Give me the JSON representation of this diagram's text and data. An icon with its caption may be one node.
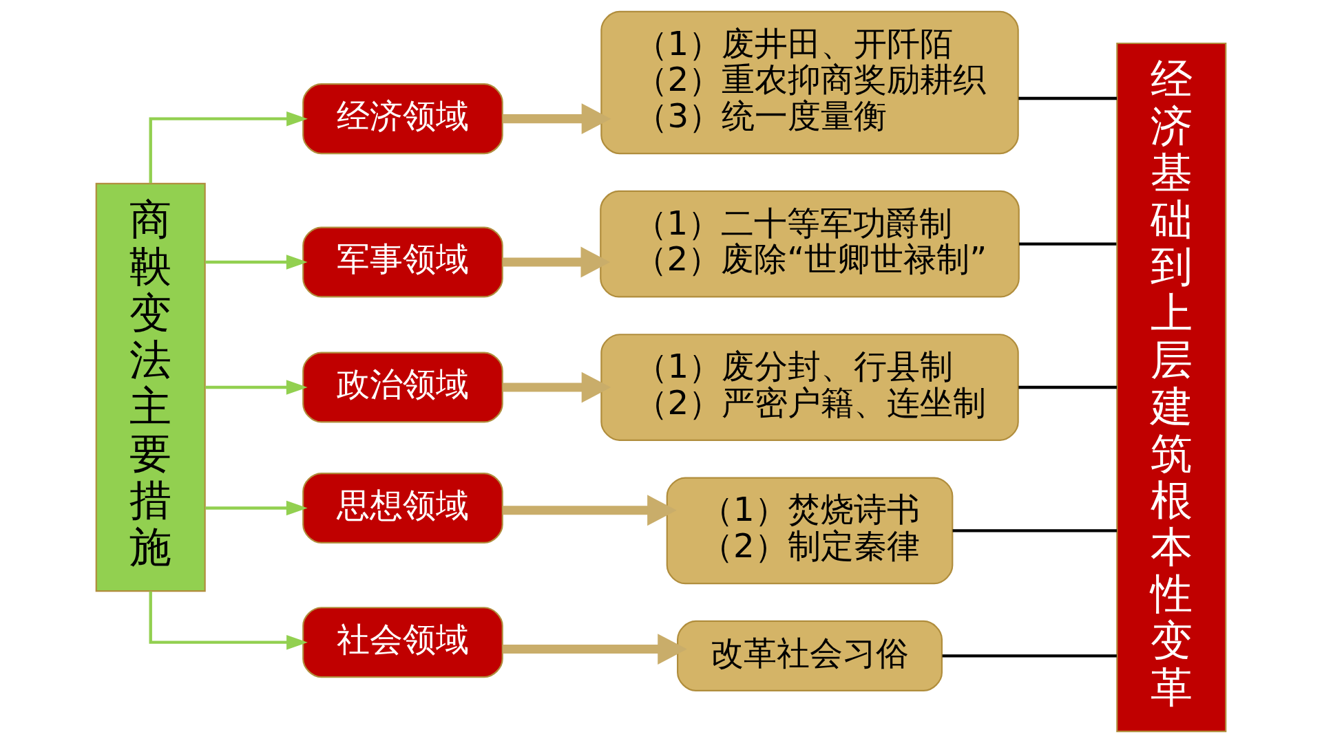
{
  "diagram": {
    "nodes": [
      {
        "text": [
          "商鞅变法主要措施"
        ]
      },
      {
        "text": [
          "经济领域"
        ]
      },
      {
        "text": [
          "（1）废井田、开阡陌",
          "（2）重农抑商奖励耕织",
          "（3）统一度量衡"
        ]
      },
      {
        "text": [
          "军事领域"
        ]
      },
      {
        "text": [
          "（1）二十等军功爵制",
          "（2）废除“世卿世禄制”"
        ]
      },
      {
        "text": [
          "政治领域"
        ]
      },
      {
        "text": [
          "（1）废分封、行县制",
          "（2）严密户籍、连坐制"
        ]
      },
      {
        "text": [
          "思想领域"
        ]
      },
      {
        "text": [
          "（1）焚烧诗书",
          "（2）制定秦律"
        ]
      },
      {
        "text": [
          "社会领域"
        ]
      },
      {
        "text": [
          "改革社会习俗"
        ]
      },
      {
        "text": [
          "经济基础到上层建筑根本性变革"
        ]
      }
    ],
    "edges": [
      {
        "from": 0,
        "to": 1,
        "arrow": "to",
        "color": "#92d050"
      },
      {
        "from": 0,
        "to": 3,
        "arrow": "to",
        "color": "#92d050"
      },
      {
        "from": 0,
        "to": 5,
        "arrow": "to",
        "color": "#92d050"
      },
      {
        "from": 0,
        "to": 7,
        "arrow": "to",
        "color": "#92d050"
      },
      {
        "from": 0,
        "to": 9,
        "arrow": "to",
        "color": "#92d050"
      },
      {
        "from": 1,
        "to": 2,
        "arrow": "to",
        "style": "thick"
      },
      {
        "from": 3,
        "to": 4,
        "arrow": "to",
        "style": "thick"
      },
      {
        "from": 5,
        "to": 6,
        "arrow": "to",
        "style": "thick"
      },
      {
        "from": 7,
        "to": 8,
        "arrow": "to",
        "style": "thick"
      },
      {
        "from": 9,
        "to": 10,
        "arrow": "to",
        "style": "thick"
      },
      {
        "from": 2,
        "to": 11,
        "arrow": "none",
        "color": "#000000"
      },
      {
        "from": 4,
        "to": 11,
        "arrow": "none",
        "color": "#000000"
      },
      {
        "from": 6,
        "to": 11,
        "arrow": "none",
        "color": "#000000"
      },
      {
        "from": 8,
        "to": 11,
        "arrow": "none",
        "color": "#000000"
      },
      {
        "from": 10,
        "to": 11,
        "arrow": "none",
        "color": "#000000"
      }
    ]
  }
}
